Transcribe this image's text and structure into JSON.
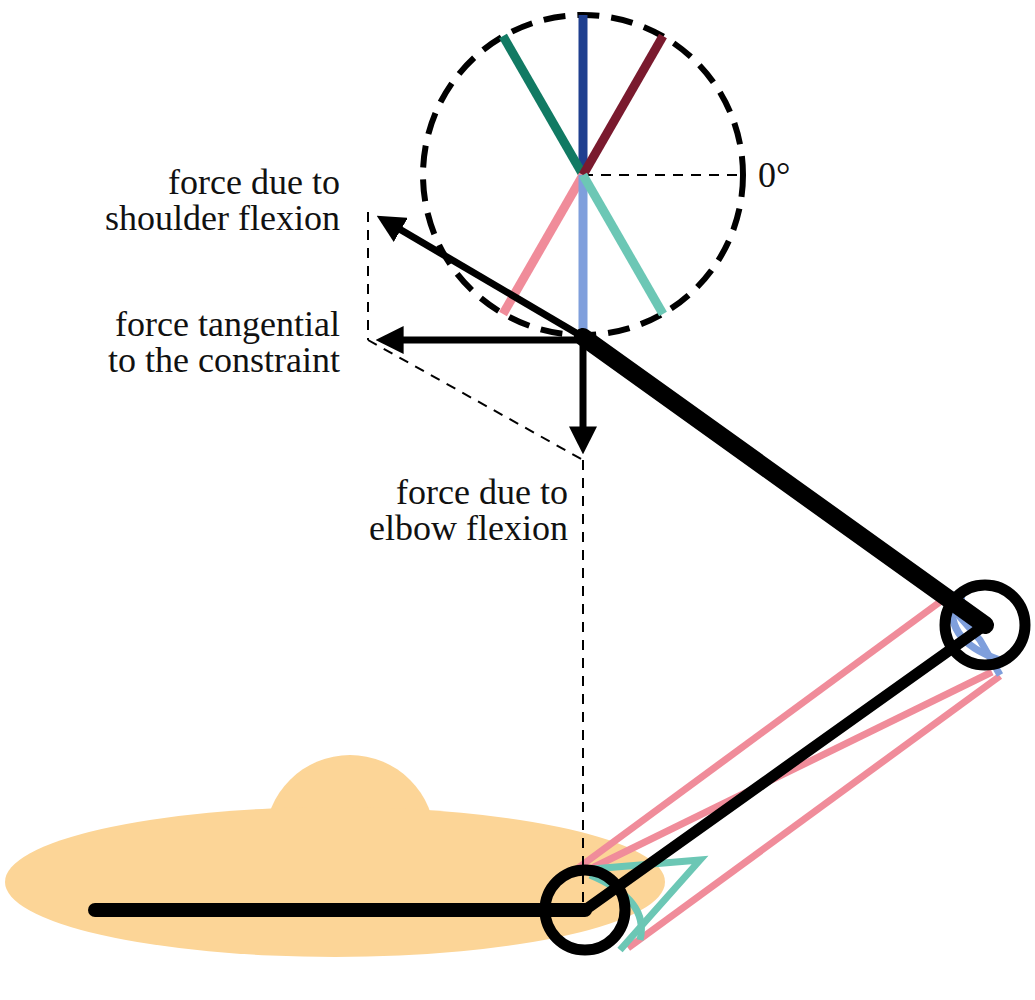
{
  "diagram": {
    "labels": [
      "force due to shoulder flexion",
      "force tangential to the constraint",
      "force due to elbow flexion",
      "0°"
    ]
  }
}
